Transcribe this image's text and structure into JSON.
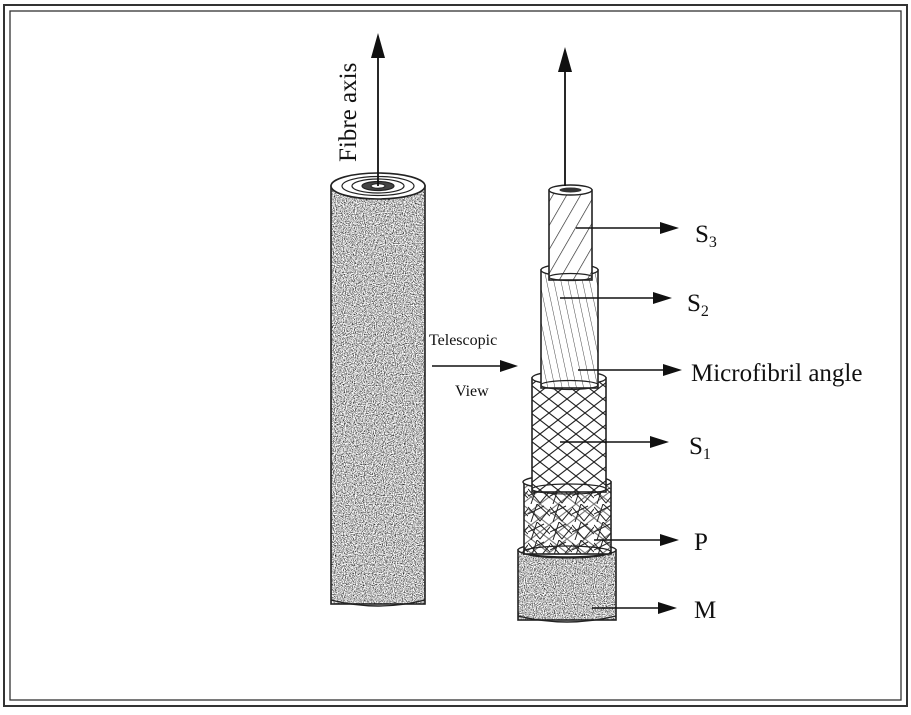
{
  "labels": {
    "fibre_axis": "Fibre axis",
    "telescopic_line1": "Telescopic",
    "telescopic_line2": "View",
    "s3_letter": "S",
    "s3_sub": "3",
    "s2_letter": "S",
    "s2_sub": "2",
    "microfibril": "Microfibril angle",
    "s1_letter": "S",
    "s1_sub": "1",
    "p": "P",
    "m": "M"
  },
  "colors": {
    "ink": "#1a1a1a",
    "border": "#333333",
    "paper": "#ffffff"
  }
}
